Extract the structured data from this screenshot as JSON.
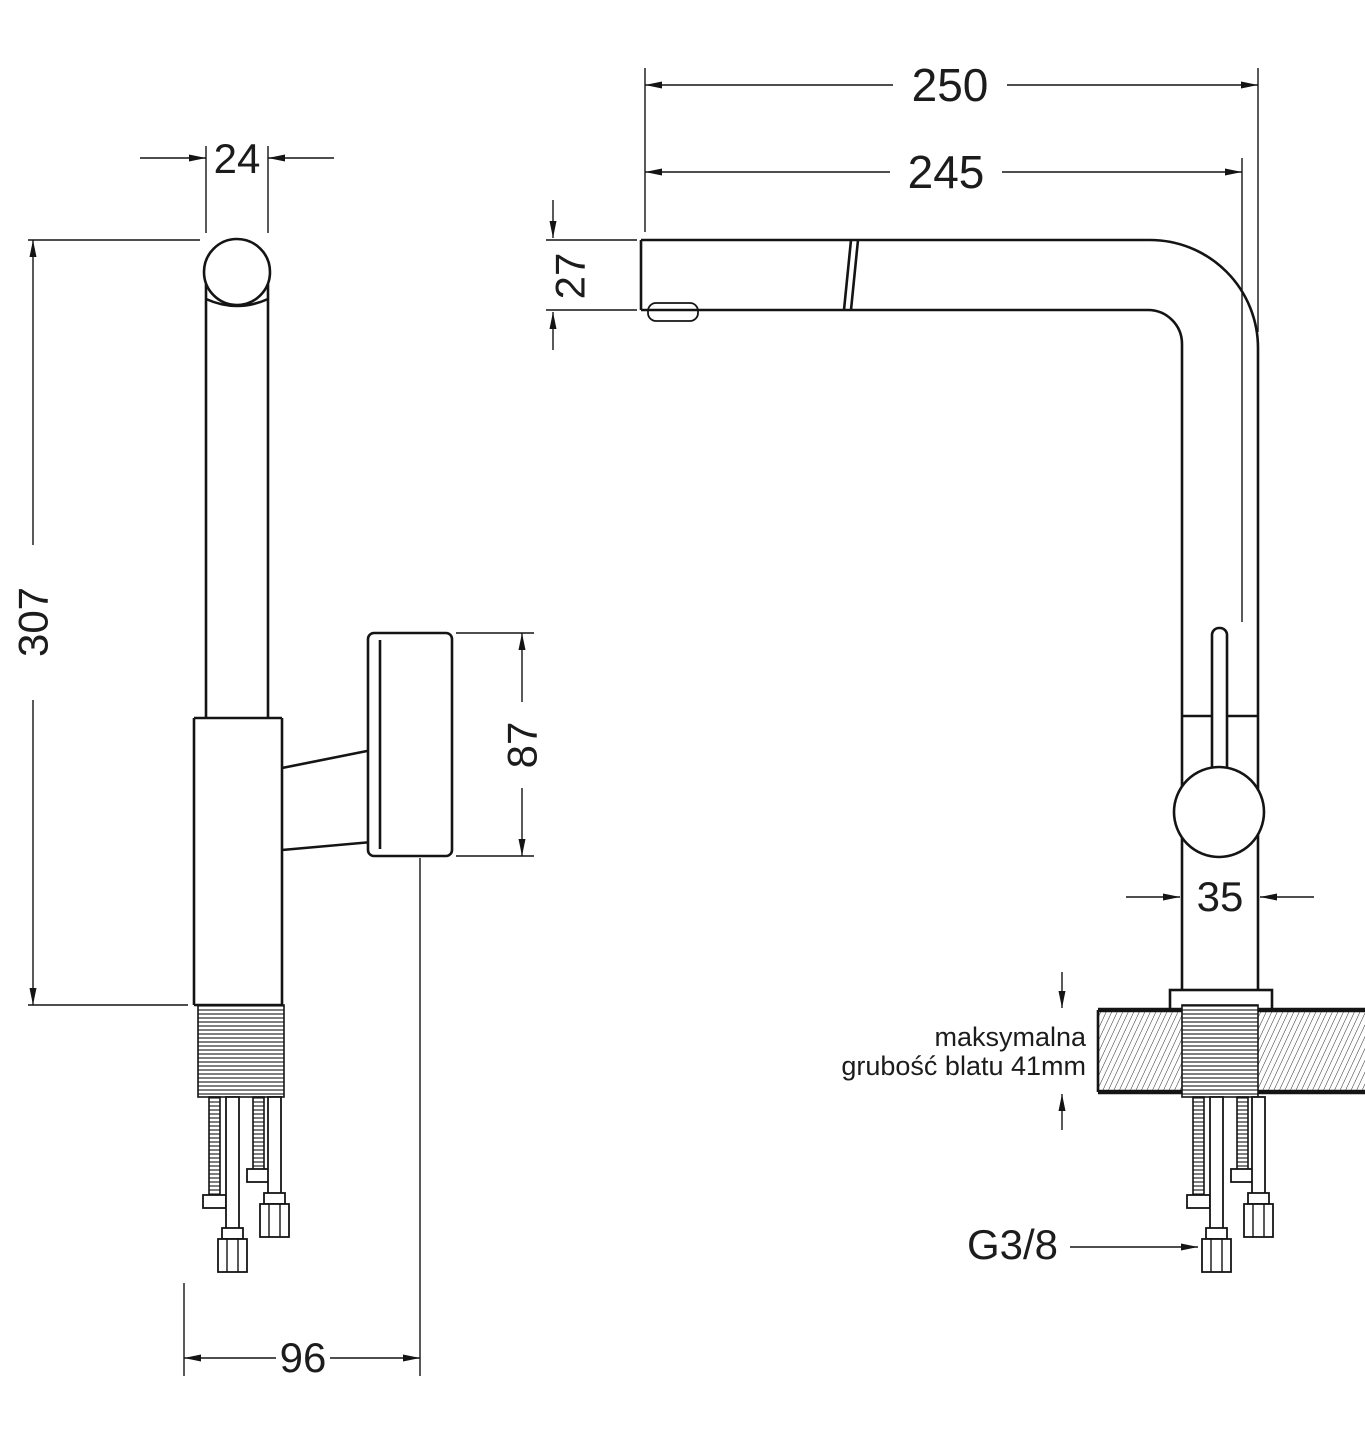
{
  "colors": {
    "background": "#ffffff",
    "line": "#141414",
    "text": "#1c1c1c"
  },
  "side_view": {
    "spout_top_width": "24",
    "total_height": "307",
    "handle_height": "87",
    "base_depth": "96"
  },
  "front_view": {
    "overall_reach": "250",
    "spout_reach": "245",
    "spout_height": "27",
    "body_width": "35",
    "counter_note_line1": "maksymalna",
    "counter_note_line2": "grubość blatu 41mm",
    "connection_thread": "G3/8"
  }
}
